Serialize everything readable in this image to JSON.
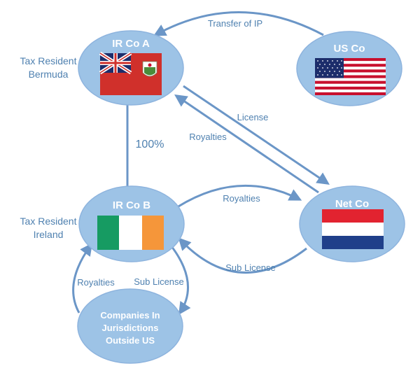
{
  "nodes": {
    "ir_co_a": {
      "title": "IR Co A",
      "side_label_line1": "Tax Resident",
      "side_label_line2": "Bermuda"
    },
    "us_co": {
      "title": "US Co"
    },
    "ir_co_b": {
      "title": "IR Co B",
      "side_label_line1": "Tax Resident",
      "side_label_line2": "Ireland"
    },
    "net_co": {
      "title": "Net Co"
    },
    "companies": {
      "line1": "Companies In",
      "line2": "Jurisdictions",
      "line3": "Outside US"
    }
  },
  "edges": {
    "transfer_of_ip": "Transfer of IP",
    "license": "License",
    "royalties_a": "Royalties",
    "ownership": "100%",
    "royalties_b_net": "Royalties",
    "sub_license_net_b": "Sub License",
    "royalties_companies_b": "Royalties",
    "sub_license_b_companies": "Sub License"
  },
  "colors": {
    "node_fill": "#9dc3e6",
    "node_stroke": "#8eb4de",
    "arrow": "#6b96c7",
    "label_text": "#4f81b0",
    "flag_ireland_green": "#169b62",
    "flag_ireland_orange": "#f5963a",
    "flag_netherlands_red": "#e22330",
    "flag_netherlands_blue": "#1f3f8a",
    "flag_bermuda_red": "#d0302b",
    "flag_us_red": "#c8102e",
    "flag_us_blue": "#1c2d6b"
  }
}
